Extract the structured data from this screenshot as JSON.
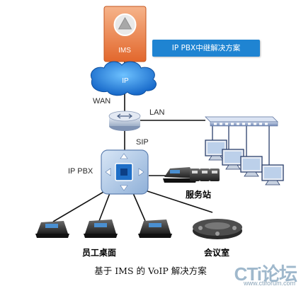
{
  "diagram": {
    "ims_label": "IMS",
    "banner": "IP PBX中继解决方案",
    "ip_cloud_label": "IP",
    "wan_label": "WAN",
    "lan_label": "LAN",
    "sip_label": "SIP",
    "pbx_label": "IP  PBX",
    "service_label": "服务站",
    "staff_label": "员工桌面",
    "meeting_label": "会议室"
  },
  "caption": "基于 IMS 的 VoIP 解决方案",
  "watermark": {
    "main": "CTi论坛",
    "url": "www.ctiforum.com"
  }
}
